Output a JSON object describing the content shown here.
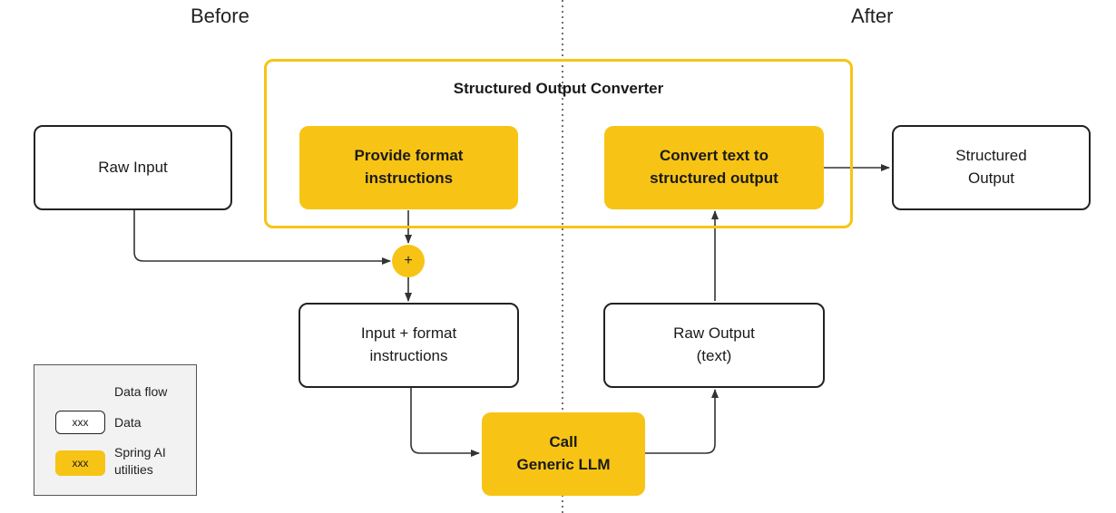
{
  "sections": {
    "before": "Before",
    "after": "After"
  },
  "converter": {
    "title": "Structured Output Converter"
  },
  "nodes": {
    "raw_input": "Raw Input",
    "provide_format": "Provide format\ninstructions",
    "convert_text": "Convert text to\nstructured  output",
    "structured_output": "Structured\nOutput",
    "plus": "+",
    "input_format": "Input + format\ninstructions",
    "raw_output": "Raw Output\n(text)",
    "call_llm": "Call\nGeneric LLM"
  },
  "legend": {
    "data_flow": "Data flow",
    "data_sample": "xxx",
    "data": "Data",
    "util_sample": "xxx",
    "spring_ai": "Spring AI\nutilities"
  },
  "colors": {
    "accent": "#f7c415",
    "line": "#333333",
    "legend_bg": "#f2f2f2"
  }
}
